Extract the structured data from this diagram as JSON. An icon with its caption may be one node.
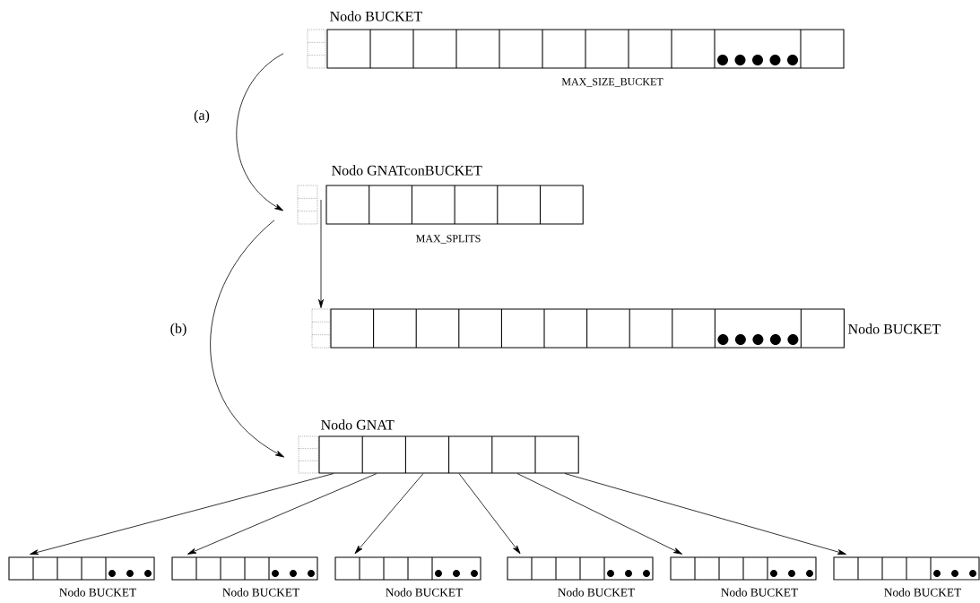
{
  "diagram": {
    "nodes": [
      {
        "text": [
          "Nodo BUCKET",
          "MAX_SIZE_BUCKET"
        ]
      },
      {
        "text": [
          "Nodo GNATconBUCKET",
          "MAX_SPLITS"
        ]
      },
      {
        "text": [
          "Nodo BUCKET"
        ]
      },
      {
        "text": [
          "Nodo GNAT"
        ]
      },
      {
        "text": [
          "Nodo BUCKET"
        ]
      },
      {
        "text": [
          "Nodo BUCKET"
        ]
      },
      {
        "text": [
          "Nodo BUCKET"
        ]
      },
      {
        "text": [
          "Nodo BUCKET"
        ]
      },
      {
        "text": [
          "Nodo BUCKET"
        ]
      },
      {
        "text": [
          "Nodo BUCKET"
        ]
      }
    ],
    "edges": [
      {
        "from": 0,
        "to": 1,
        "arrow": "to",
        "label": "(a)"
      },
      {
        "from": 1,
        "to": 3,
        "arrow": "to",
        "label": "(b)"
      },
      {
        "from": 1,
        "to": 2,
        "arrow": "to"
      },
      {
        "from": 3,
        "to": 4,
        "arrow": "to"
      },
      {
        "from": 3,
        "to": 5,
        "arrow": "to"
      },
      {
        "from": 3,
        "to": 6,
        "arrow": "to"
      },
      {
        "from": 3,
        "to": 7,
        "arrow": "to"
      },
      {
        "from": 3,
        "to": 8,
        "arrow": "to"
      },
      {
        "from": 3,
        "to": 9,
        "arrow": "to"
      }
    ]
  }
}
